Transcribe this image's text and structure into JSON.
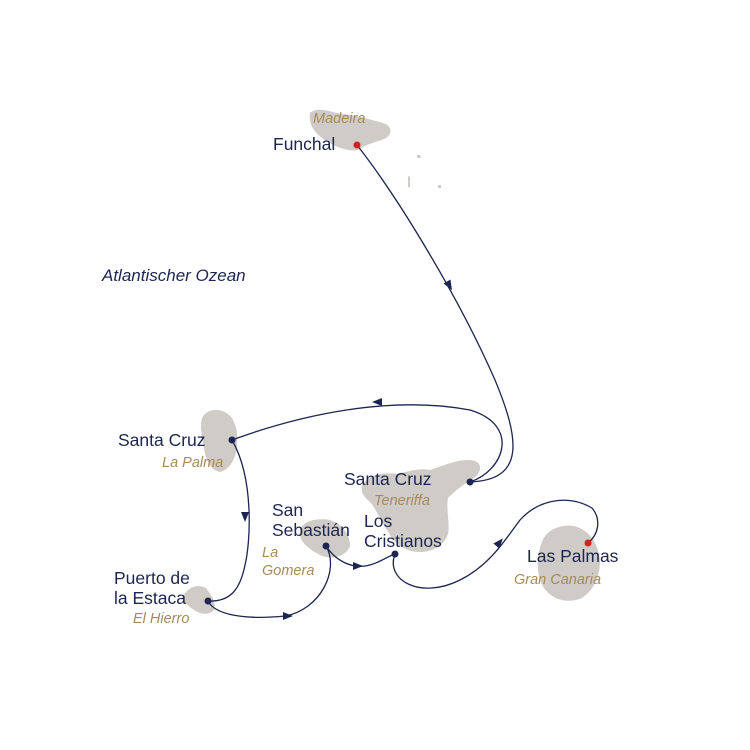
{
  "ocean_label": "Atlantischer Ozean",
  "ports": {
    "funchal": {
      "name": "Funchal",
      "island": "Madeira",
      "start_end": true
    },
    "santa_cruz_palma": {
      "name": "Santa Cruz",
      "island": "La Palma",
      "start_end": false
    },
    "santa_cruz_tenerife": {
      "name": "Santa Cruz",
      "island": "Teneriffa",
      "start_end": false
    },
    "san_sebastian": {
      "name_line1": "San",
      "name_line2": "Sebastián",
      "island_line1": "La",
      "island_line2": "Gomera",
      "start_end": false
    },
    "los_cristianos": {
      "name_line1": "Los",
      "name_line2": "Cristianos",
      "start_end": false
    },
    "las_palmas": {
      "name": "Las Palmas",
      "island": "Gran Canaria",
      "start_end": true
    },
    "puerto_estaca": {
      "name_line1": "Puerto de",
      "name_line2": "la Estaca",
      "island": "El Hierro",
      "start_end": false
    }
  },
  "colors": {
    "route": "#1d2550",
    "land": "#cfcbc6",
    "port_text": "#1d2550",
    "island_text": "#a8895a",
    "start_end_marker": "#d42020",
    "port_marker": "#1d2550"
  }
}
